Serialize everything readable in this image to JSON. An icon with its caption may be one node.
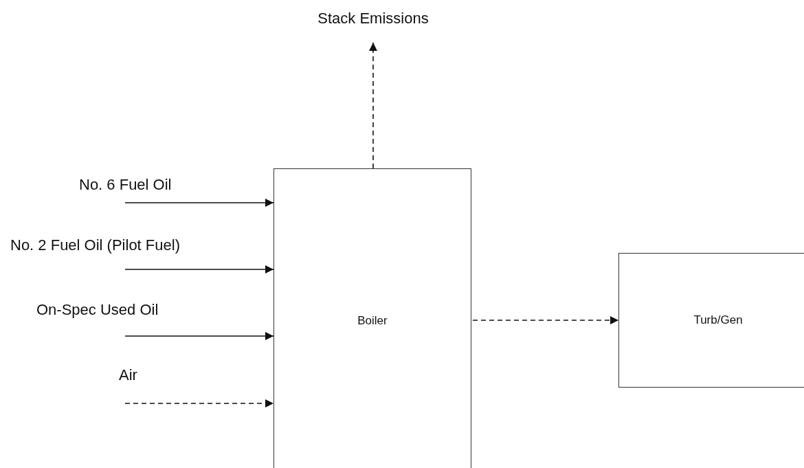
{
  "diagram": {
    "nodes": [
      {
        "text": [
          "Stack Emissions"
        ]
      },
      {
        "text": [
          "Boiler"
        ]
      },
      {
        "text": [
          "Turb/Gen"
        ]
      }
    ],
    "edges": [
      {
        "from": 1,
        "to": 0,
        "arrow": "to",
        "style": "dashed"
      },
      {
        "from": null,
        "to": 1,
        "arrow": "to",
        "label": "No. 6 Fuel Oil"
      },
      {
        "from": null,
        "to": 1,
        "arrow": "to",
        "label": "No. 2 Fuel Oil (Pilot Fuel)"
      },
      {
        "from": null,
        "to": 1,
        "arrow": "to",
        "label": "On-Spec Used Oil"
      },
      {
        "from": null,
        "to": 1,
        "arrow": "to",
        "label": "Air",
        "style": "dashed"
      },
      {
        "from": 1,
        "to": 2,
        "arrow": "to",
        "style": "dashed"
      }
    ]
  }
}
